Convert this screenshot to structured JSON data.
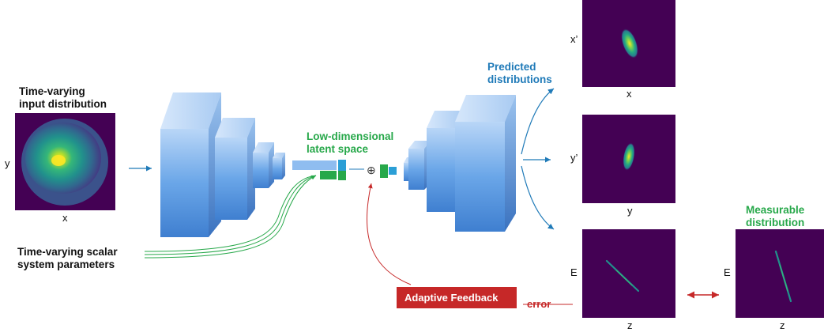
{
  "labels": {
    "input_title_1": "Time-varying",
    "input_title_2": "input distribution",
    "input_axis_y": "y",
    "input_axis_x": "x",
    "scalar_1": "Time-varying scalar",
    "scalar_2": "system parameters",
    "latent_1": "Low-dimensional",
    "latent_2": "latent space",
    "combine_symbol": "⊕",
    "predicted_1": "Predicted",
    "predicted_2": "distributions",
    "panel1_y": "x’",
    "panel1_x": "x",
    "panel2_y": "y’",
    "panel2_x": "y",
    "panel3_y": "E",
    "panel3_x": "z",
    "measurable_1": "Measurable",
    "measurable_2": "distribution",
    "measured_y": "E",
    "measured_x": "z",
    "feedback": "Adaptive Feedback",
    "error": "error"
  },
  "colors": {
    "background": "#ffffff",
    "viridis_dark": "#440154",
    "layer_blue": "#6aa6e8",
    "green_accent": "#27a84a",
    "blue_accent": "#1f7ab8",
    "red_accent": "#c62828"
  }
}
